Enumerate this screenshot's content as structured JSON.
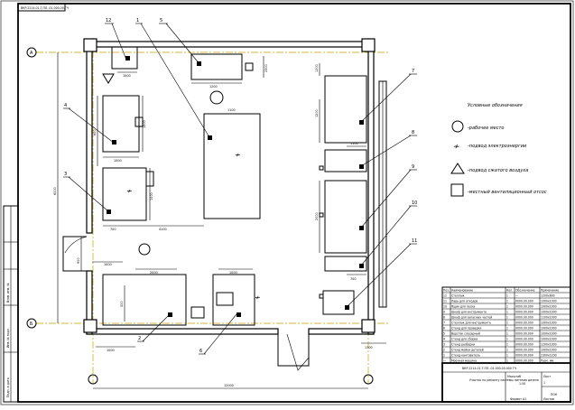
{
  "stamp": "ВКР.2214.01.Т.ПЛ.-01.000.00.ГЧ",
  "side_texts": [
    "Подп. и дата",
    "Инв. № подл.",
    "Взам. инв. №"
  ],
  "axes": {
    "row_a": "А",
    "row_b": "Б"
  },
  "legend": {
    "title": "Условные обозначения",
    "items": [
      "-рабочее место",
      "-подвод электроэнергии",
      "-подвод сжатого воздуха",
      "-местный вентиляционный отсос"
    ]
  },
  "callouts": [
    "12",
    "5",
    "1",
    "4",
    "3",
    "7",
    "8",
    "9",
    "10",
    "11",
    "2",
    "6"
  ],
  "dimensions": {
    "d1": "1000",
    "d2": "1200",
    "d3": "2300",
    "d4": "6000",
    "d5": "1000",
    "d6": "1200",
    "d7": "700",
    "d8": "1000",
    "d9": "1100",
    "d10": "4100",
    "d11": "1000",
    "d12": "900",
    "d13": "2000",
    "d14": "1000",
    "d15": "1200",
    "d16": "1100",
    "d17": "2000",
    "d18": "1200",
    "d19": "700",
    "d20": "500",
    "d21": "1000",
    "d22": "12000",
    "d23": "600",
    "d24": "1700"
  },
  "spec_table": {
    "header": [
      "Поз.",
      "Наименование",
      "Кол.",
      "Обозначение",
      "Примечание"
    ],
    "rows": [
      [
        "12",
        "Стеллаж",
        "1",
        "—",
        "1200x600"
      ],
      [
        "11",
        "Ларь для отходов",
        "1",
        "0000.00.000",
        "1000x1000"
      ],
      [
        "10",
        "Ящик для песка",
        "1",
        "0000.00.000",
        "1000x1000"
      ],
      [
        "9",
        "Шкаф для инструмента",
        "1",
        "0000.00.000",
        "1000x1000"
      ],
      [
        "8",
        "Шкаф для запасных частей",
        "1",
        "0000.00.000",
        "1100x1000"
      ],
      [
        "7",
        "Стеллаж для инструмента",
        "1",
        "0000.00.000",
        "1000x1000"
      ],
      [
        "6",
        "Стенд для проверки",
        "1",
        "0000.00.000",
        "1000x1000"
      ],
      [
        "5",
        "Верстак слесарный",
        "1",
        "0000.00.000",
        "1000x1000"
      ],
      [
        "4",
        "Стенд для сборки",
        "1",
        "0000.00.000",
        "1000x1000"
      ],
      [
        "3",
        "Стенд разборки",
        "1",
        "0000.00.000",
        "1200x1000"
      ],
      [
        "2",
        "Стенд мойки деталей",
        "1",
        "0000.00.000",
        "1000x1000"
      ],
      [
        "1",
        "Стенд-кантователь",
        "1",
        "0000.00.000",
        "2300x1200"
      ],
      [
        "—",
        "Моечная машина",
        "1",
        "0000.00.000",
        "Разм. мм"
      ]
    ]
  },
  "title_block": {
    "code": "ВКР.2214.01.Т.ПЛ.-01.000.00.000 ГЧ",
    "name": "Участок по ремонту системы питания дизеля",
    "sheet_label": "Лист",
    "sheets_label": "Листов",
    "scale_label": "Масштаб",
    "scale": "1:50",
    "sheet": "1",
    "org": "ПОК",
    "format": "Формат А1"
  }
}
